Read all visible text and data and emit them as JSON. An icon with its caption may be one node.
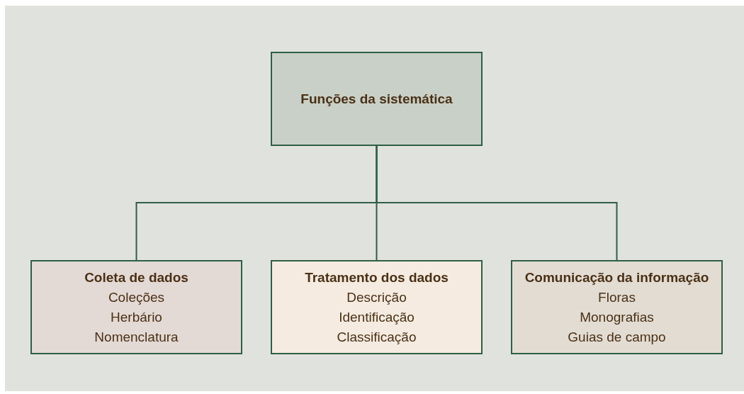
{
  "diagram": {
    "nodes": [
      {
        "text": [
          "Funções da sistemática"
        ]
      },
      {
        "text": [
          "Coleta de dados",
          "Coleções",
          "Herbário",
          "Nomenclatura"
        ]
      },
      {
        "text": [
          "Tratamento dos dados",
          "Descrição",
          "Identificação",
          "Classificação"
        ]
      },
      {
        "text": [
          "Comunicação da informação",
          "Floras",
          "Monografias",
          "Guias de campo"
        ]
      }
    ],
    "edges": [
      {
        "from": 0,
        "to": 1,
        "arrow": "none"
      },
      {
        "from": 0,
        "to": 2,
        "arrow": "none"
      },
      {
        "from": 0,
        "to": 3,
        "arrow": "none"
      }
    ]
  }
}
